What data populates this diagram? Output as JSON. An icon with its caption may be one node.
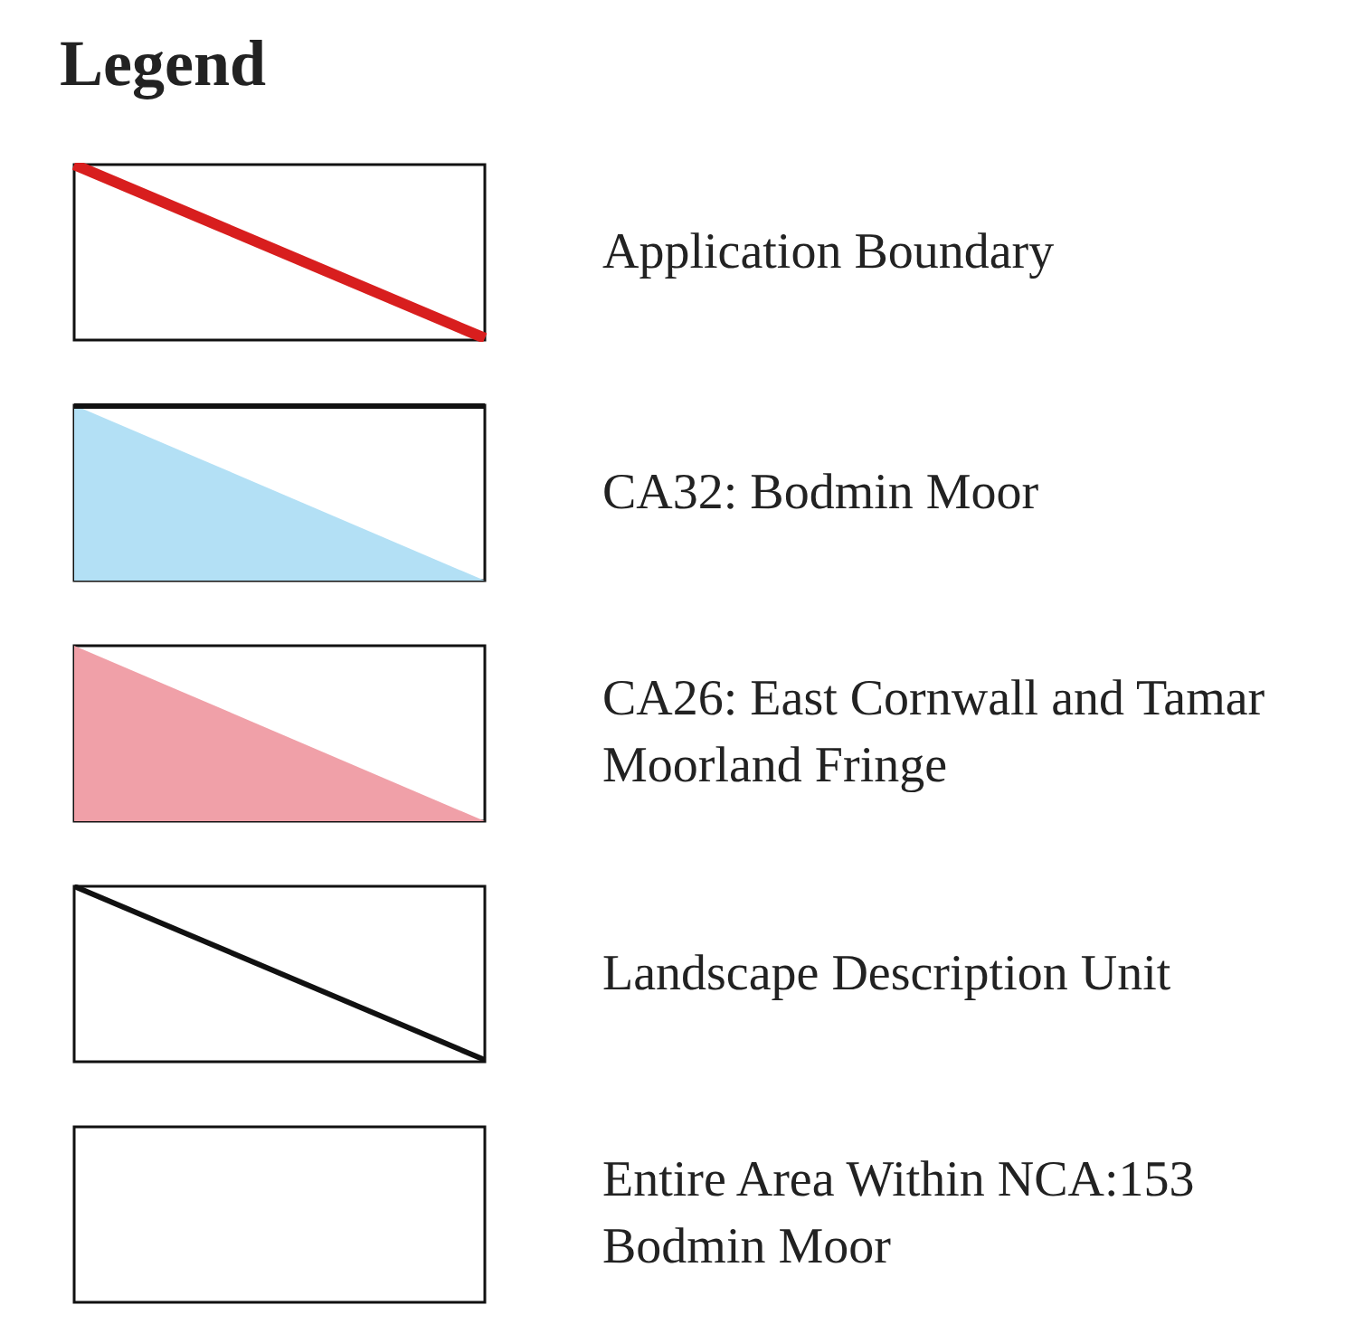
{
  "diagram": {
    "title": "Legend",
    "legend": [
      {
        "text": "Application Boundary"
      },
      {
        "text": "CA32: Bodmin Moor",
        "color": "#b3e0f5"
      },
      {
        "text": "CA26: East Cornwall and Tamar Moorland Fringe",
        "color": "#f0a0a8"
      },
      {
        "text": "Landscape Description Unit"
      },
      {
        "text": "Entire Area Within NCA:153 Bodmin Moor"
      }
    ]
  }
}
